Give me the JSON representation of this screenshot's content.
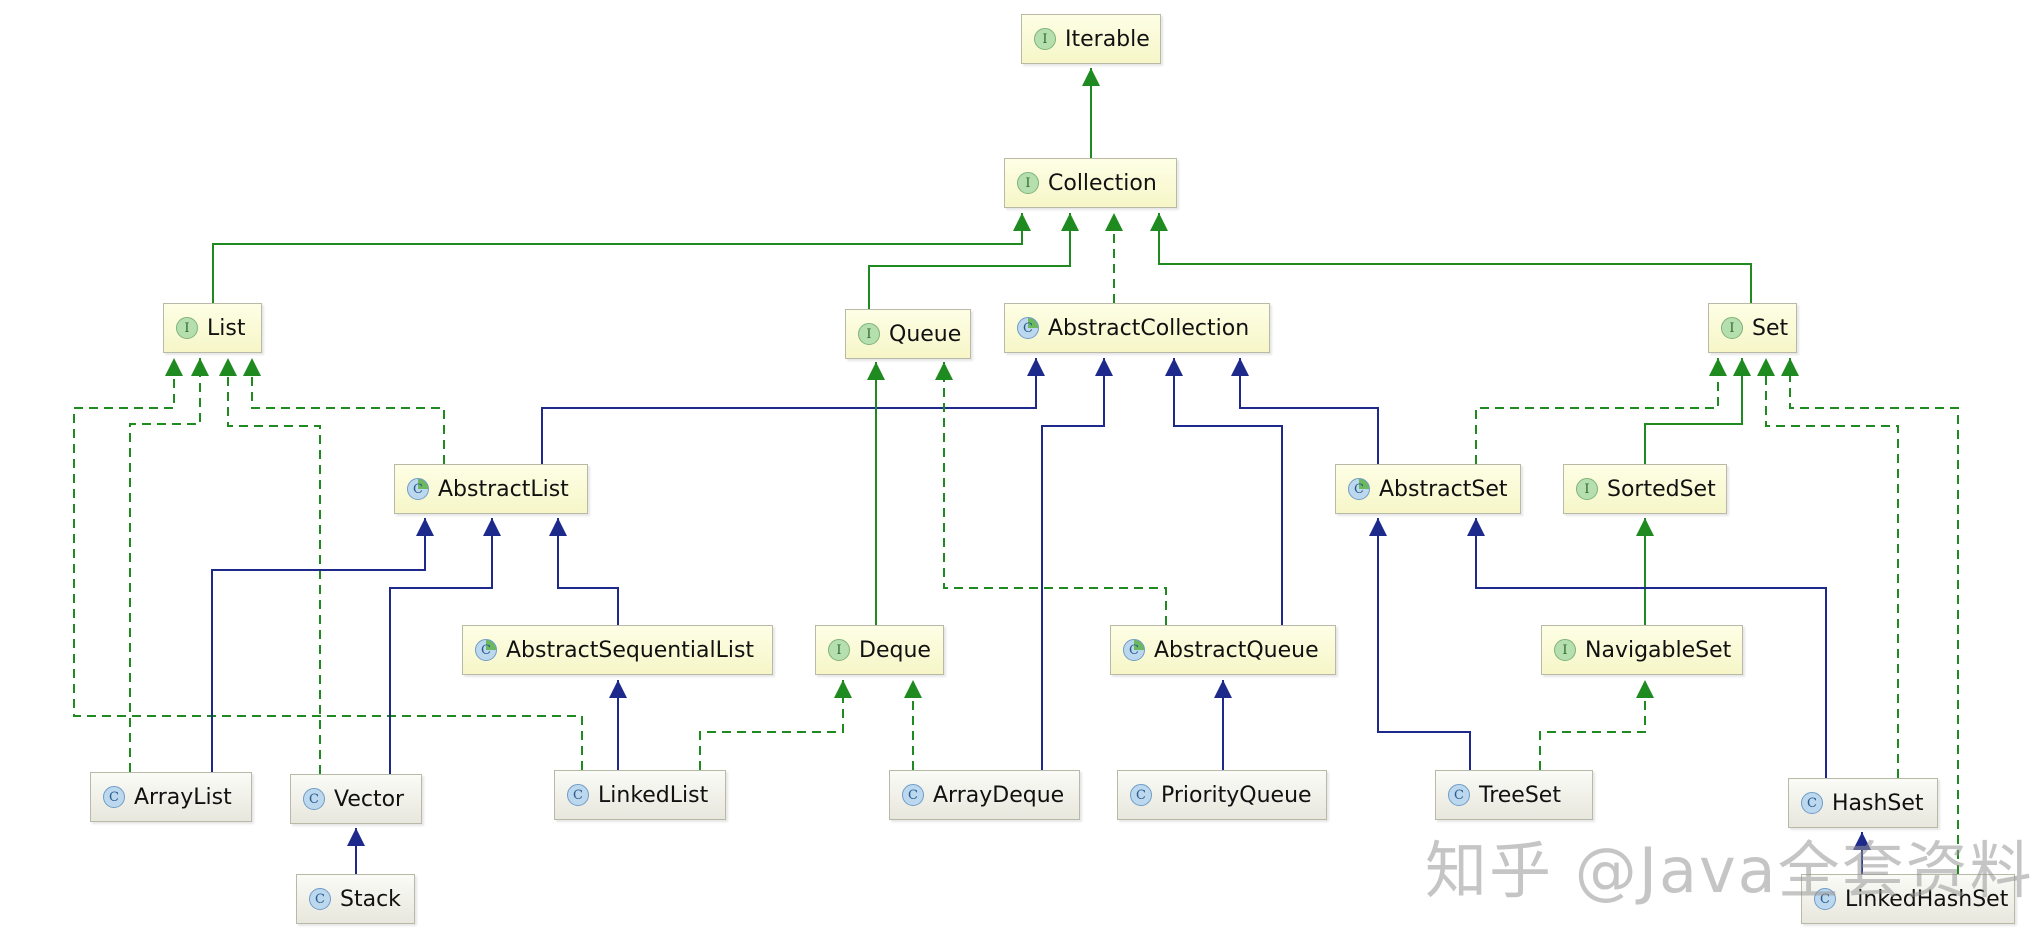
{
  "nodes": [
    {
      "id": "iterable",
      "label": "Iterable",
      "kind": "interface",
      "badge": "I"
    },
    {
      "id": "collection",
      "label": "Collection",
      "kind": "interface",
      "badge": "I"
    },
    {
      "id": "list",
      "label": "List",
      "kind": "interface",
      "badge": "I"
    },
    {
      "id": "queue",
      "label": "Queue",
      "kind": "interface",
      "badge": "I"
    },
    {
      "id": "abstractcollection",
      "label": "AbstractCollection",
      "kind": "abstract",
      "badge": "C"
    },
    {
      "id": "set",
      "label": "Set",
      "kind": "interface",
      "badge": "I"
    },
    {
      "id": "abstractlist",
      "label": "AbstractList",
      "kind": "abstract",
      "badge": "C"
    },
    {
      "id": "abstractset",
      "label": "AbstractSet",
      "kind": "abstract",
      "badge": "C"
    },
    {
      "id": "sortedset",
      "label": "SortedSet",
      "kind": "interface",
      "badge": "I"
    },
    {
      "id": "abstractsequentiallist",
      "label": "AbstractSequentialList",
      "kind": "abstract",
      "badge": "C"
    },
    {
      "id": "deque",
      "label": "Deque",
      "kind": "interface",
      "badge": "I"
    },
    {
      "id": "abstractqueue",
      "label": "AbstractQueue",
      "kind": "abstract",
      "badge": "C"
    },
    {
      "id": "navigableset",
      "label": "NavigableSet",
      "kind": "interface",
      "badge": "I"
    },
    {
      "id": "arraylist",
      "label": "ArrayList",
      "kind": "class",
      "badge": "C"
    },
    {
      "id": "vector",
      "label": "Vector",
      "kind": "class",
      "badge": "C"
    },
    {
      "id": "linkedlist",
      "label": "LinkedList",
      "kind": "class",
      "badge": "C"
    },
    {
      "id": "arraydeque",
      "label": "ArrayDeque",
      "kind": "class",
      "badge": "C"
    },
    {
      "id": "priorityqueue",
      "label": "PriorityQueue",
      "kind": "class",
      "badge": "C"
    },
    {
      "id": "treeset",
      "label": "TreeSet",
      "kind": "class",
      "badge": "C"
    },
    {
      "id": "hashset",
      "label": "HashSet",
      "kind": "class",
      "badge": "C"
    },
    {
      "id": "stack",
      "label": "Stack",
      "kind": "class",
      "badge": "C"
    },
    {
      "id": "linkedhashset",
      "label": "LinkedHashSet",
      "kind": "class",
      "badge": "C"
    }
  ],
  "edges": [
    {
      "from": "collection",
      "to": "iterable",
      "type": "extends-interface"
    },
    {
      "from": "list",
      "to": "collection",
      "type": "extends-interface"
    },
    {
      "from": "queue",
      "to": "collection",
      "type": "extends-interface"
    },
    {
      "from": "abstractcollection",
      "to": "collection",
      "type": "implements"
    },
    {
      "from": "set",
      "to": "collection",
      "type": "extends-interface"
    },
    {
      "from": "arraylist",
      "to": "list",
      "type": "implements"
    },
    {
      "from": "vector",
      "to": "list",
      "type": "implements"
    },
    {
      "from": "linkedlist",
      "to": "list",
      "type": "implements"
    },
    {
      "from": "abstractlist",
      "to": "list",
      "type": "implements"
    },
    {
      "from": "abstractlist",
      "to": "abstractcollection",
      "type": "extends-class"
    },
    {
      "from": "arraydeque",
      "to": "abstractcollection",
      "type": "extends-class"
    },
    {
      "from": "abstractqueue",
      "to": "abstractcollection",
      "type": "extends-class"
    },
    {
      "from": "abstractset",
      "to": "abstractcollection",
      "type": "extends-class"
    },
    {
      "from": "deque",
      "to": "queue",
      "type": "extends-interface"
    },
    {
      "from": "abstractqueue",
      "to": "queue",
      "type": "implements"
    },
    {
      "from": "arraylist",
      "to": "abstractlist",
      "type": "extends-class"
    },
    {
      "from": "vector",
      "to": "abstractlist",
      "type": "extends-class"
    },
    {
      "from": "abstractsequentiallist",
      "to": "abstractlist",
      "type": "extends-class"
    },
    {
      "from": "linkedlist",
      "to": "abstractsequentiallist",
      "type": "extends-class"
    },
    {
      "from": "linkedlist",
      "to": "deque",
      "type": "implements"
    },
    {
      "from": "arraydeque",
      "to": "deque",
      "type": "implements"
    },
    {
      "from": "priorityqueue",
      "to": "abstractqueue",
      "type": "extends-class"
    },
    {
      "from": "stack",
      "to": "vector",
      "type": "extends-class"
    },
    {
      "from": "abstractset",
      "to": "set",
      "type": "implements"
    },
    {
      "from": "sortedset",
      "to": "set",
      "type": "extends-interface"
    },
    {
      "from": "hashset",
      "to": "set",
      "type": "implements"
    },
    {
      "from": "linkedhashset",
      "to": "set",
      "type": "implements"
    },
    {
      "from": "navigableset",
      "to": "sortedset",
      "type": "extends-interface"
    },
    {
      "from": "treeset",
      "to": "navigableset",
      "type": "implements"
    },
    {
      "from": "treeset",
      "to": "abstractset",
      "type": "extends-class"
    },
    {
      "from": "hashset",
      "to": "abstractset",
      "type": "extends-class"
    },
    {
      "from": "linkedhashset",
      "to": "hashset",
      "type": "extends-class"
    }
  ],
  "colors": {
    "interface_edge": "#1f8a1f",
    "class_edge": "#1d2a8c"
  },
  "watermark": "知乎 @Java全套资料"
}
